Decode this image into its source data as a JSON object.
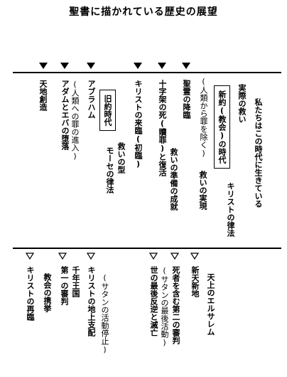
{
  "title": "聖書に描かれている歴史の展望",
  "top_events": [
    {
      "label": "天地創造"
    },
    {
      "label": "アダムとエバの堕落"
    },
    {
      "label": "(人類への罪の進入)"
    },
    {
      "label": "アブラハム"
    },
    {
      "label": "旧約時代"
    },
    {
      "label": "救いの型"
    },
    {
      "label": "モーセの律法"
    },
    {
      "label": "キリストの来臨(初臨)"
    },
    {
      "label": "十字架の死(贖罪)と復活"
    },
    {
      "label": "救いの準備の成就"
    },
    {
      "label": "聖霊の降臨"
    },
    {
      "label": "(人類から罪を除く)"
    },
    {
      "label": "救いの実現"
    },
    {
      "label": "新約(教会)の時代"
    },
    {
      "label": "実際の救い"
    },
    {
      "label": "キリストの律法"
    },
    {
      "label": "私たちはこの時代に生きている"
    }
  ],
  "bottom_events": [
    {
      "label": "キリストの再臨"
    },
    {
      "label": "教会の携挙"
    },
    {
      "label": "第一の審判"
    },
    {
      "label": "千年王国"
    },
    {
      "label": "キリストの地上支配"
    },
    {
      "label": "(サタンの活動停止)"
    },
    {
      "label": "世の最後反逆と滅亡"
    },
    {
      "label": "(サタンの最後活動)"
    },
    {
      "label": "死者を含む第二の審判"
    },
    {
      "label": "新天新地"
    },
    {
      "label": "天上のエルサレム"
    }
  ]
}
